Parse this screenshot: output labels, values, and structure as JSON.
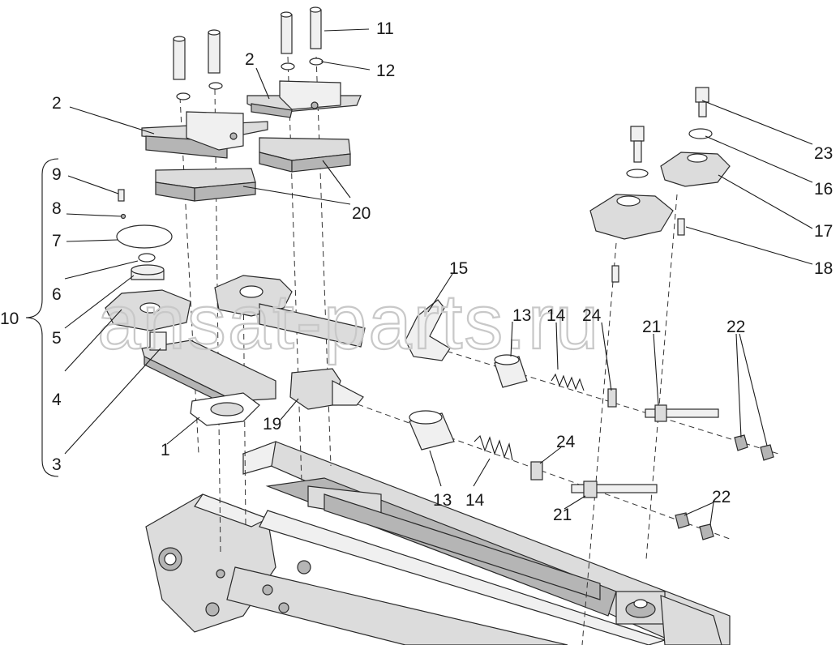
{
  "watermark": "ansat-parts.ru",
  "callouts": {
    "c1": "1",
    "c2a": "2",
    "c2b": "2",
    "c3": "3",
    "c4": "4",
    "c5": "5",
    "c6": "6",
    "c7": "7",
    "c8": "8",
    "c9": "9",
    "c10": "10",
    "c11": "11",
    "c12": "12",
    "c13a": "13",
    "c13b": "13",
    "c14a": "14",
    "c14b": "14",
    "c15": "15",
    "c16": "16",
    "c17": "17",
    "c18": "18",
    "c19": "19",
    "c20": "20",
    "c21a": "21",
    "c21b": "21",
    "c22a": "22",
    "c22b": "22",
    "c23": "23",
    "c24a": "24",
    "c24b": "24"
  }
}
